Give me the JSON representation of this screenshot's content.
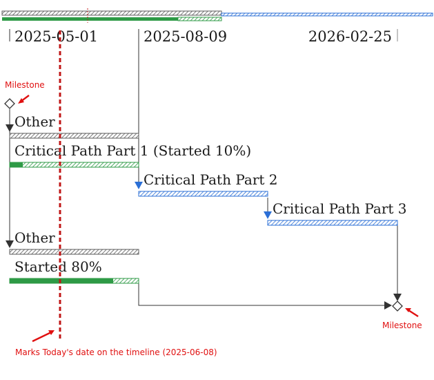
{
  "colors": {
    "gray_bar": "#5a5a5a",
    "green": "#2e9a46",
    "green_light": "#8fcf9e",
    "blue": "#2b6fd6",
    "blue_light": "#a9c7f0",
    "annotation_red": "#e01010",
    "today_line": "#c01818"
  },
  "timeline": {
    "date_labels": [
      "2025-05-01",
      "2025-08-09",
      "2026-02-25"
    ],
    "today_date": "2025-06-08"
  },
  "tasks": [
    {
      "label": "Other",
      "color": "gray",
      "progress": 0
    },
    {
      "label": "Critical Path Part 1 (Started 10%)",
      "color": "green",
      "progress": 0.1
    },
    {
      "label": "Critical Path Part 2",
      "color": "blue",
      "progress": 0
    },
    {
      "label": "Critical Path Part 3",
      "color": "blue",
      "progress": 0
    },
    {
      "label": "Other",
      "color": "gray",
      "progress": 0
    },
    {
      "label": "Started 80%",
      "color": "green",
      "progress": 0.8
    }
  ],
  "annotations": {
    "milestone_start": "Milestone",
    "milestone_end": "Milestone",
    "today_note": "Marks Today's date on the timeline (2025-06-08)"
  },
  "icons": {
    "milestone": "diamond-outline-icon",
    "dependency": "triangle-down-icon",
    "dependency_end": "triangle-right-icon",
    "pointer": "red-arrow-icon"
  }
}
